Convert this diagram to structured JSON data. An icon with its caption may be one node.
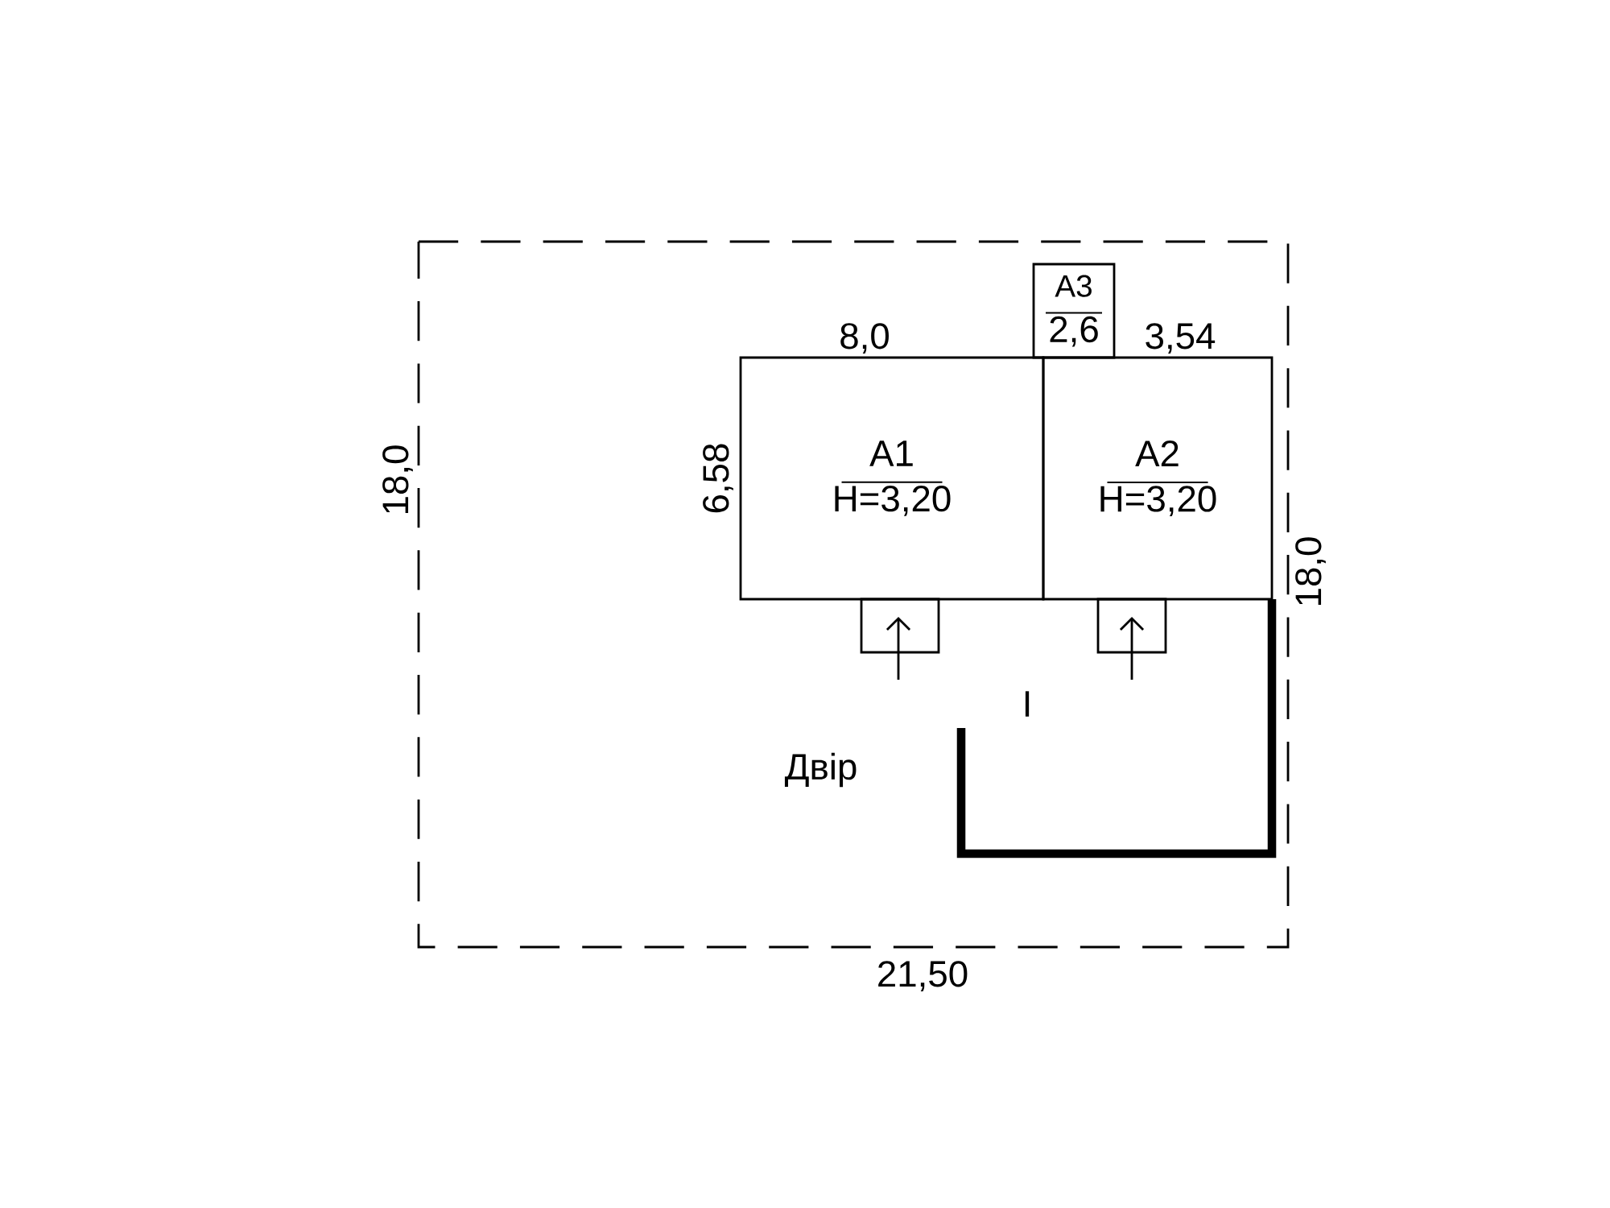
{
  "diagram": {
    "nodes": [
      {
        "text": [
          "A1",
          "H=3,20"
        ]
      },
      {
        "text": [
          "A2",
          "H=3,20"
        ]
      },
      {
        "text": [
          "A3",
          "2,6"
        ]
      }
    ],
    "labels": [
      "8,0",
      "3,54",
      "6,58",
      "18,0",
      "18,0",
      "21,50",
      "Двір",
      "I"
    ]
  }
}
